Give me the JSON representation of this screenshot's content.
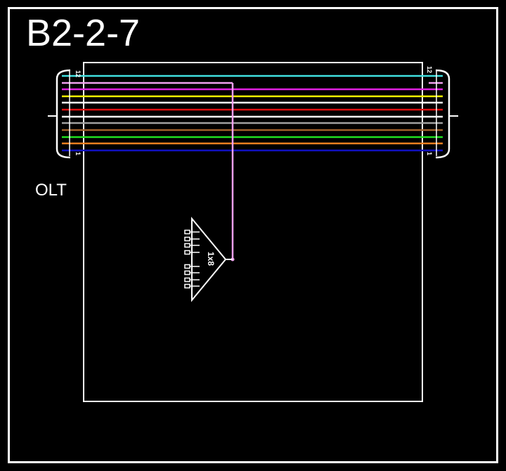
{
  "diagram": {
    "title": "B2-2-7",
    "device_label": "OLT",
    "splitter": {
      "label": "1x8",
      "ports": 8
    },
    "connector_left": {
      "top_label": "12",
      "bottom_label": "1"
    },
    "connector_right": {
      "top_label": "12",
      "bottom_label": "1"
    },
    "fibers": [
      {
        "n": 12,
        "color": "#40e0e0"
      },
      {
        "n": 11,
        "color": "#f0a0f0"
      },
      {
        "n": 10,
        "color": "#e020e0"
      },
      {
        "n": 9,
        "color": "#f0f000"
      },
      {
        "n": 8,
        "color": "#ffffff"
      },
      {
        "n": 7,
        "color": "#e01010"
      },
      {
        "n": 6,
        "color": "#ffffff"
      },
      {
        "n": 5,
        "color": "#a0a0a0"
      },
      {
        "n": 4,
        "color": "#a0602a"
      },
      {
        "n": 3,
        "color": "#20e020"
      },
      {
        "n": 2,
        "color": "#f08020"
      },
      {
        "n": 1,
        "color": "#1010c0"
      }
    ]
  }
}
